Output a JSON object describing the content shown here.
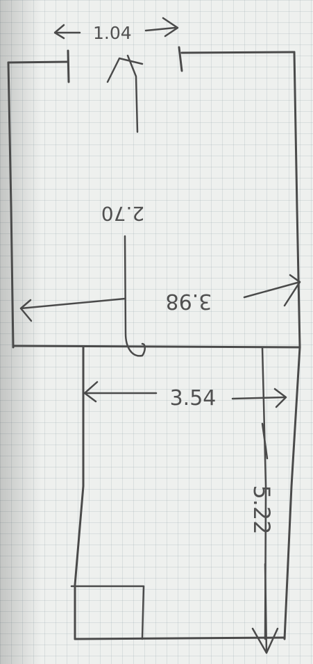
{
  "dimensions": {
    "opening_width": "1.04",
    "room_height": "2.70",
    "room_width": "3.98",
    "corridor_width": "3.54",
    "corridor_length": "5.22"
  }
}
